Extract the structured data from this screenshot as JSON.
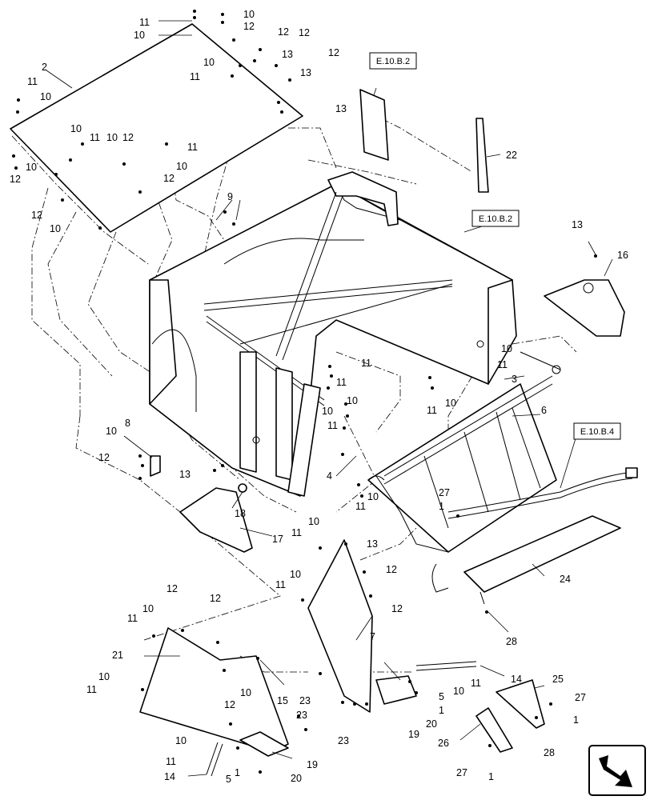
{
  "references": [
    "E.10.B.2",
    "E.10.B.2",
    "E.10.B.4"
  ],
  "callouts": {
    "c1": "1",
    "c2": "2",
    "c3": "3",
    "c4": "4",
    "c5": "5",
    "c6": "6",
    "c7": "7",
    "c8": "8",
    "c9": "9",
    "c10": "10",
    "c11": "11",
    "c12": "12",
    "c13": "13",
    "c14": "14",
    "c15": "15",
    "c16": "16",
    "c17": "17",
    "c18": "18",
    "c19": "19",
    "c20": "20",
    "c21": "21",
    "c22": "22",
    "c23": "23",
    "c24": "24",
    "c25": "25",
    "c26": "26",
    "c27": "27",
    "c28": "28"
  },
  "icons": {
    "corner": "nav-arrow-icon"
  }
}
